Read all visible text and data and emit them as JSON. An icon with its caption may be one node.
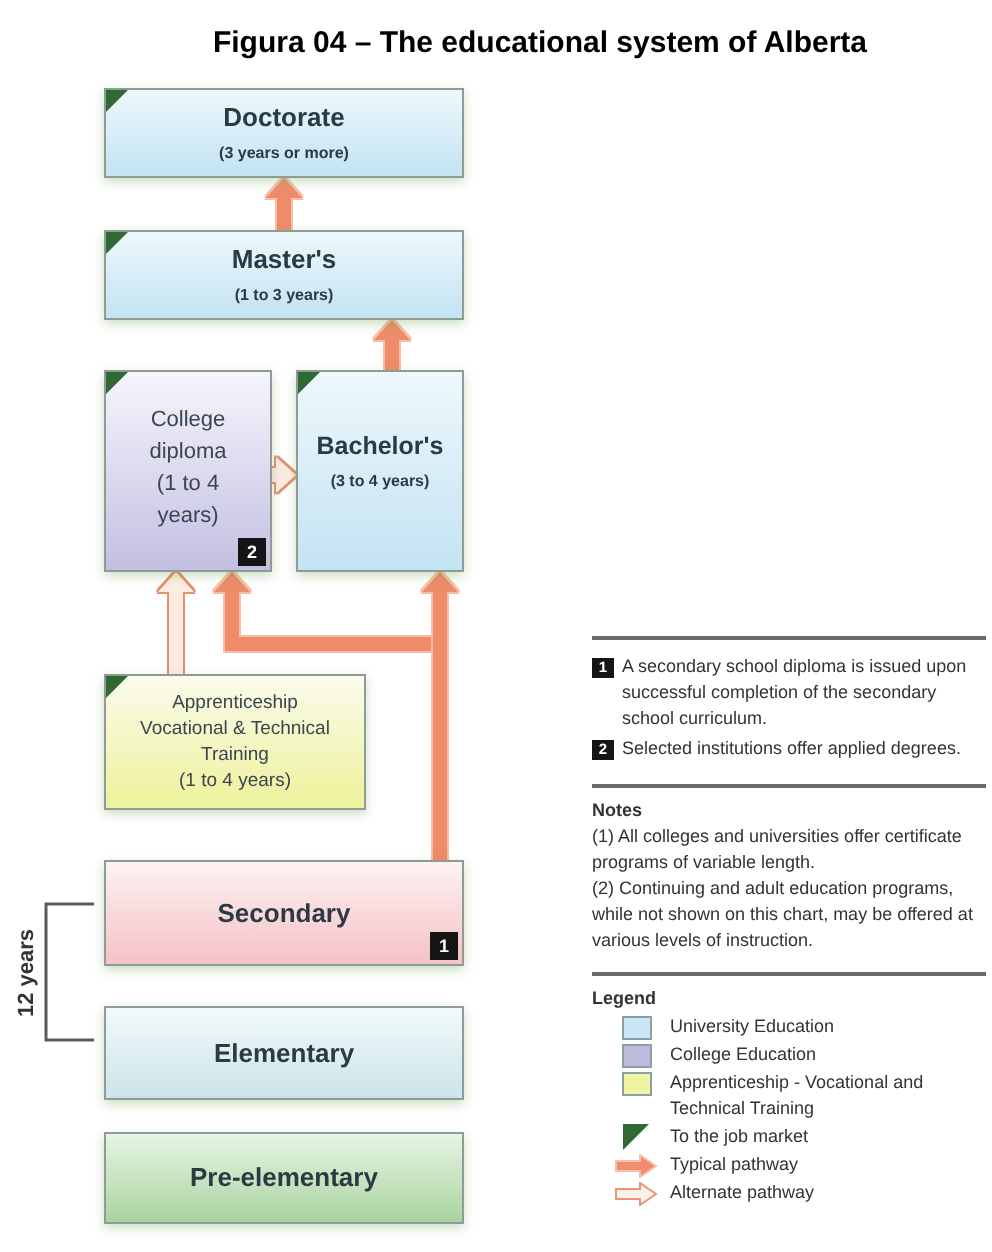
{
  "diagram": {
    "title": "Figura 04 – The educational system of Alberta",
    "nodes": [
      {
        "text": [
          "Doctorate",
          "(3 years or more)"
        ]
      },
      {
        "text": [
          "Master's",
          "(1 to 3 years)"
        ]
      },
      {
        "text": [
          "College diploma",
          "(1 to 4 years)",
          "2"
        ]
      },
      {
        "text": [
          "Bachelor's",
          "(3 to 4 years)"
        ]
      },
      {
        "text": [
          "Apprenticeship Vocational & Technical Training",
          "(1 to 4 years)"
        ]
      },
      {
        "text": [
          "Secondary",
          "1"
        ]
      },
      {
        "text": [
          "Elementary"
        ]
      },
      {
        "text": [
          "Pre-elementary"
        ]
      }
    ],
    "edges": [
      {
        "from": 1,
        "to": 0,
        "arrow": "to"
      },
      {
        "from": 3,
        "to": 1,
        "arrow": "to"
      },
      {
        "from": 2,
        "to": 3,
        "arrow": "to",
        "color": "#fdebe2"
      },
      {
        "from": 4,
        "to": 2,
        "arrow": "to",
        "color": "#fdebe2"
      },
      {
        "from": 5,
        "to": 2,
        "arrow": "to"
      },
      {
        "from": 5,
        "to": 3,
        "arrow": "to"
      }
    ],
    "labels": [
      "1",
      "A secondary school diploma is issued upon successful completion of the secondary school curriculum.",
      "2",
      "Selected institutions offer applied degrees.",
      "Notes",
      "(1) All colleges and universities offer certificate programs of variable length.",
      "(2) Continuing and adult education programs, while not shown on this chart, may be offered at various levels of instruction.",
      "Legend",
      "12 years"
    ],
    "legend": [
      {
        "text": "University Education",
        "color": "#c8e6f4"
      },
      {
        "text": "College Education",
        "color": "#bdbadb"
      },
      {
        "text": "Apprenticeship - Vocational and Technical Training",
        "color": "#f0f3a2"
      },
      {
        "text": "To the job market"
      },
      {
        "text": "Typical pathway"
      },
      {
        "text": "Alternate pathway"
      }
    ]
  }
}
